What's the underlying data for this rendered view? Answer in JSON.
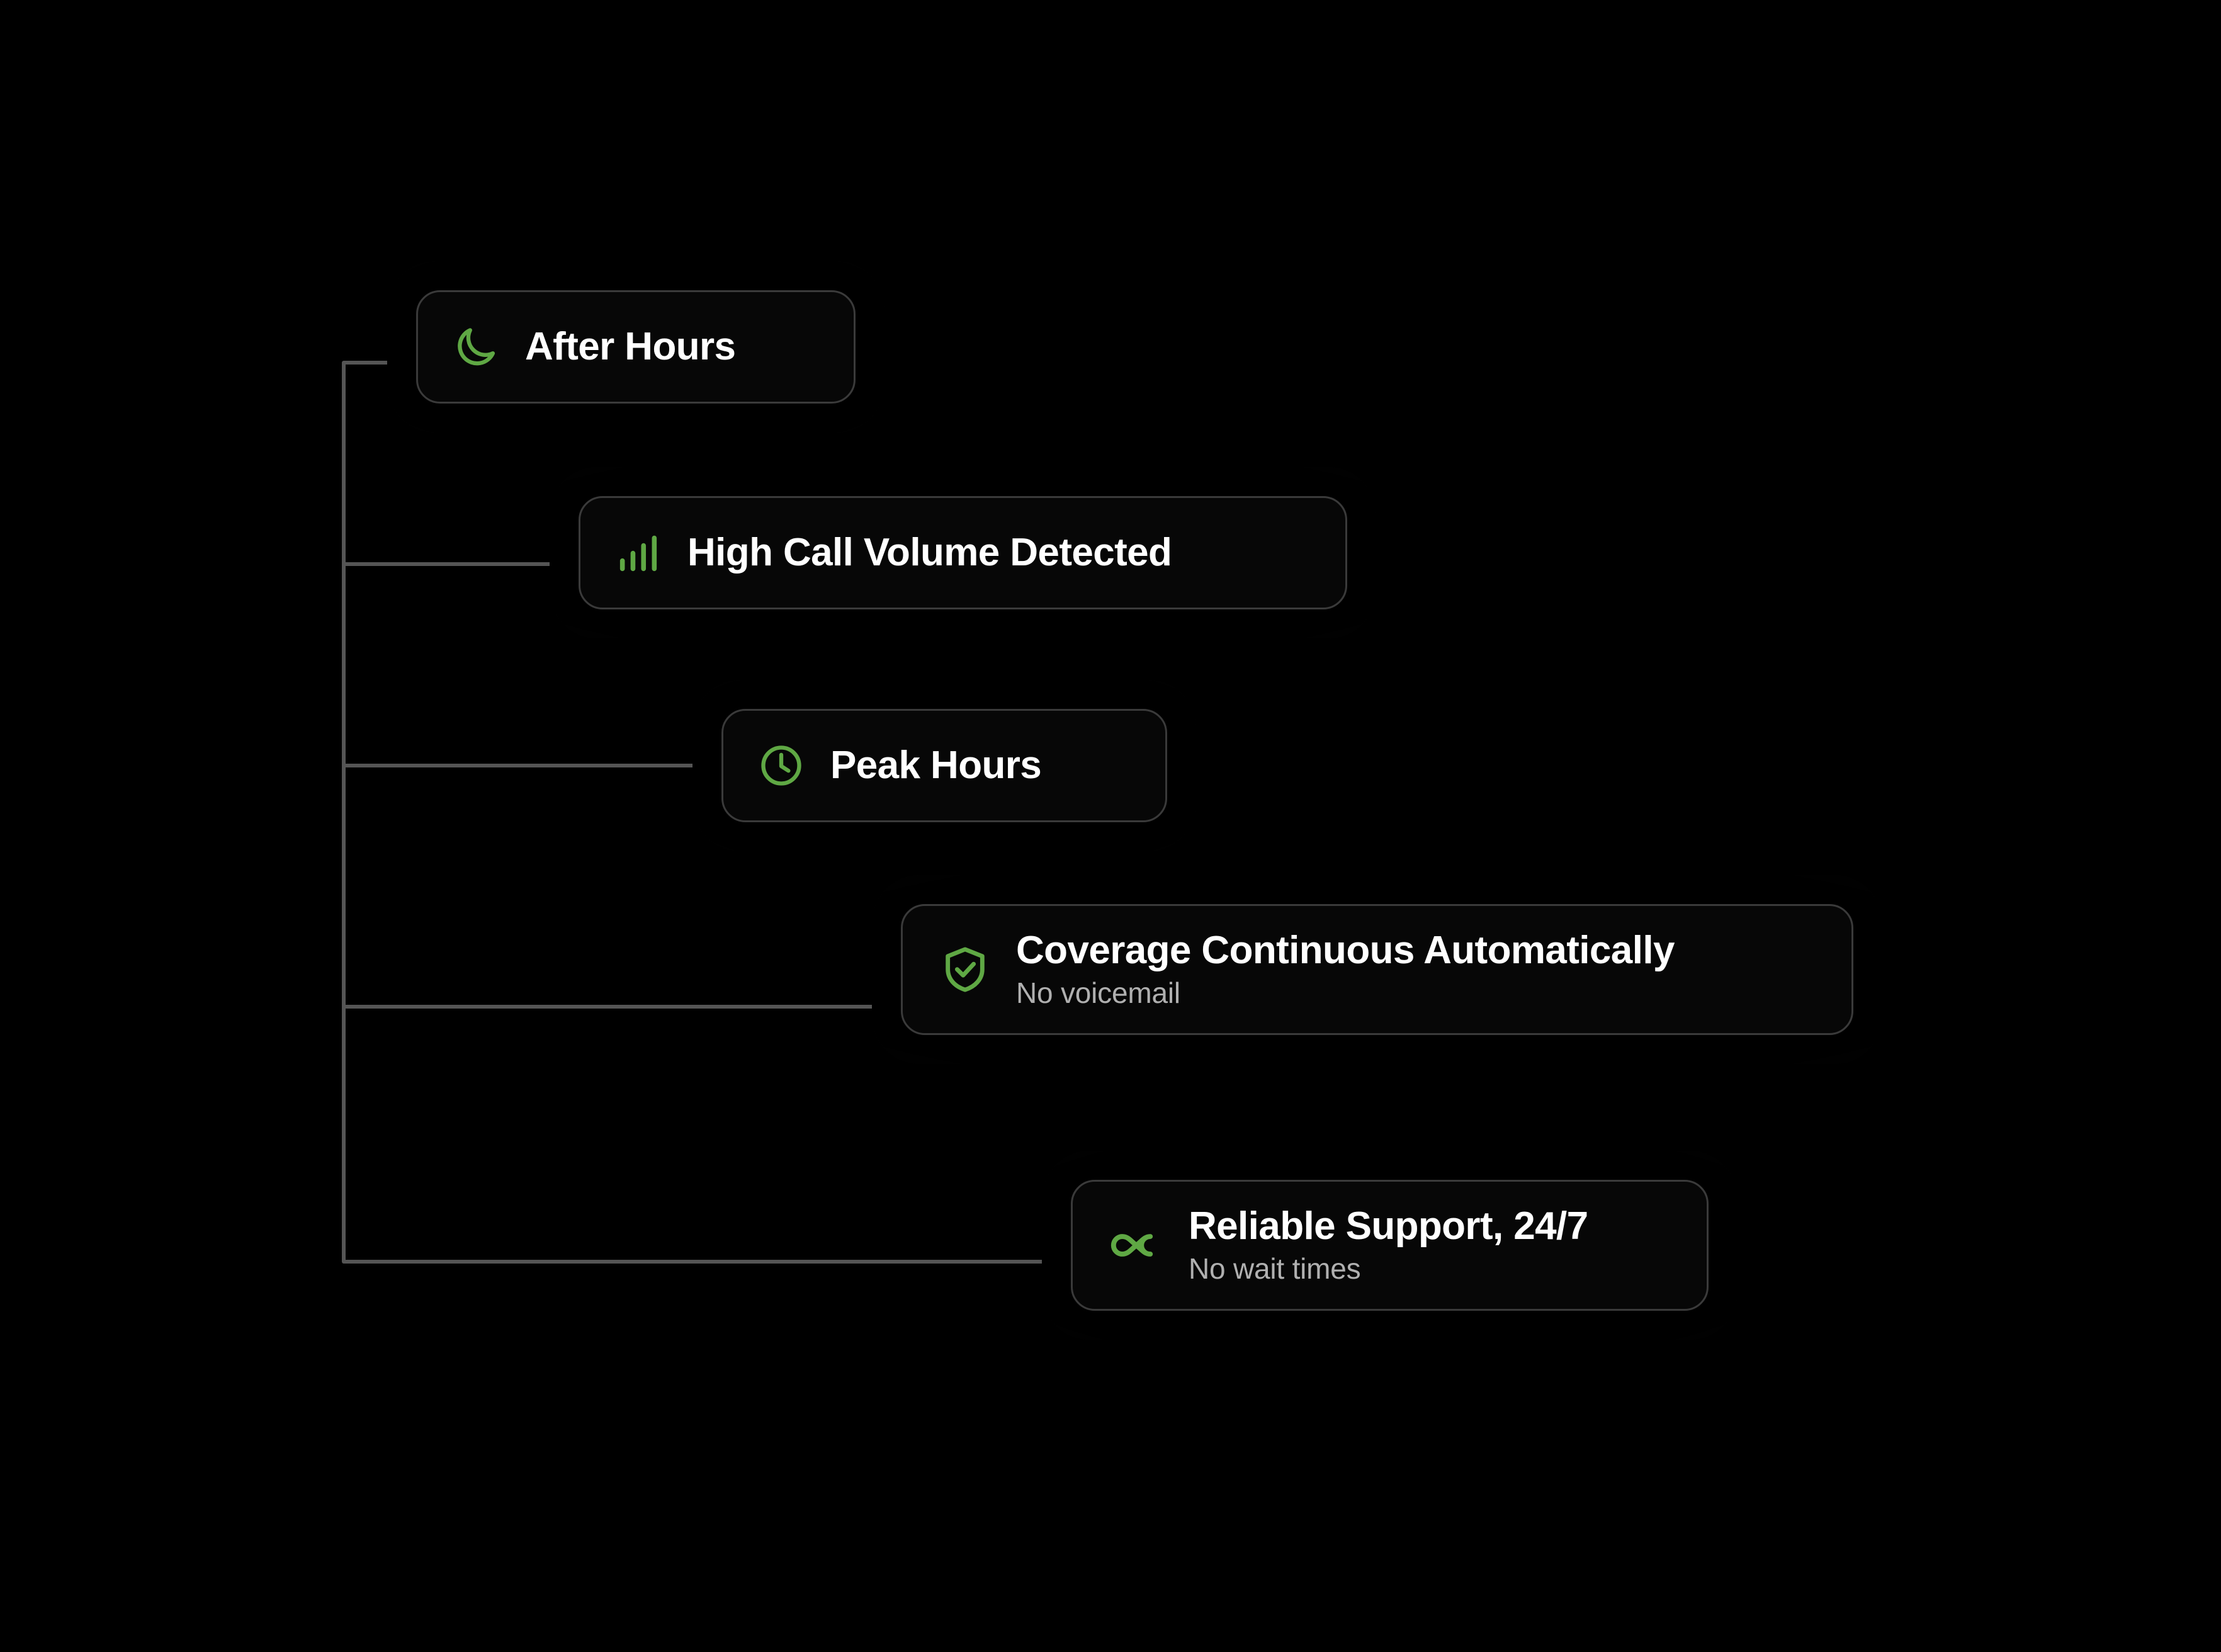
{
  "theme": {
    "background": "#000000",
    "accent_green": "#5FA844",
    "title_color": "#FFFFFF",
    "subtitle_color": "#B0B0B0",
    "card_bg": "#070707",
    "card_border": "#3A3A3A",
    "connector_color": "#555555"
  },
  "diagram": {
    "name": "call-coverage-flow",
    "connector": {
      "trunk_label": "vertical-trunk",
      "branch_count": 5
    }
  },
  "cards": [
    {
      "id": "after-hours",
      "icon": "moon-icon",
      "title": "After Hours",
      "subtitle": ""
    },
    {
      "id": "high-call-volume",
      "icon": "signal-bars-icon",
      "title": "High Call Volume Detected",
      "subtitle": ""
    },
    {
      "id": "peak-hours",
      "icon": "clock-icon",
      "title": "Peak Hours",
      "subtitle": ""
    },
    {
      "id": "coverage-continuous",
      "icon": "shield-check-icon",
      "title": "Coverage Continuous Automatically",
      "subtitle": "No voicemail"
    },
    {
      "id": "reliable-support",
      "icon": "infinity-icon",
      "title": "Reliable Support, 24/7",
      "subtitle": "No wait times"
    }
  ]
}
